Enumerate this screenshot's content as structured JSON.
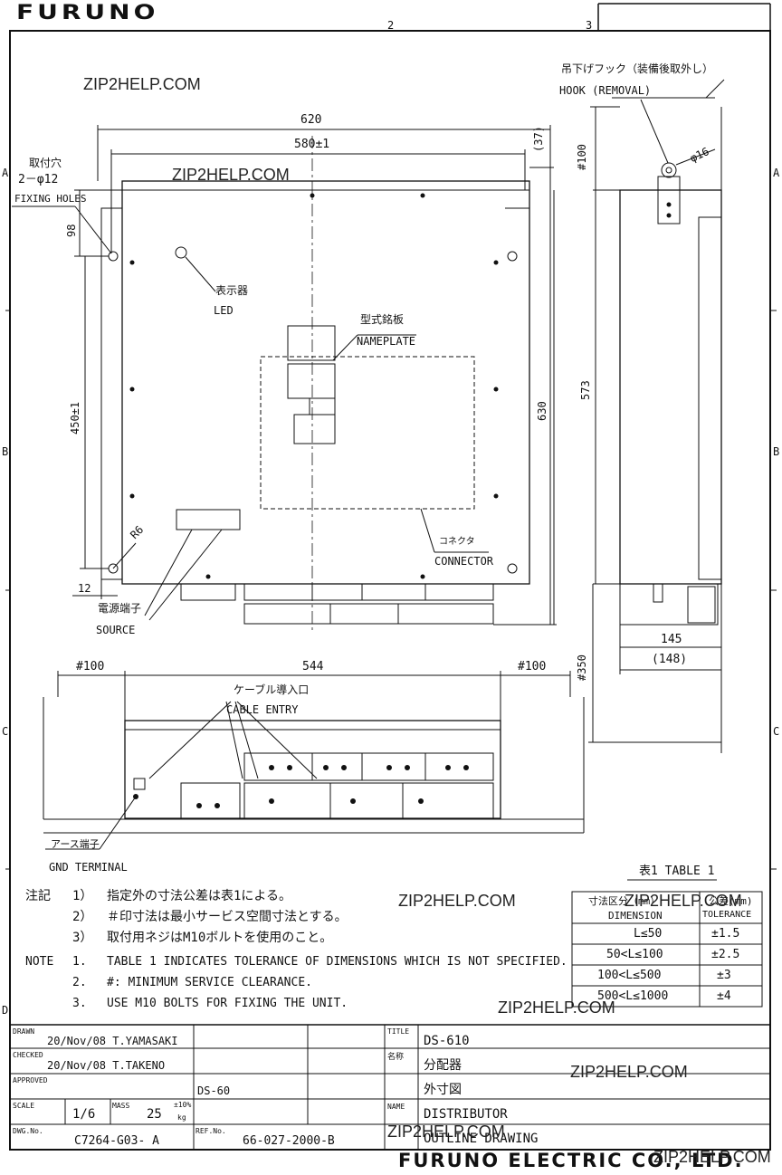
{
  "header": {
    "logo": "FURUNO",
    "zone_numbers": [
      "2",
      "3"
    ],
    "row_letters": [
      "A",
      "B",
      "C",
      "D"
    ]
  },
  "front_view": {
    "dim_620": "620",
    "dim_580": "580±1",
    "dim_37": "(37)",
    "dim_98": "98",
    "dim_450": "450±1",
    "dim_630": "630",
    "dim_12": "12",
    "dim_r6": "R6",
    "fixing_holes_jp": "取付穴",
    "fixing_holes_spec": "2－φ12",
    "fixing_holes_en": "FIXING HOLES",
    "led_jp": "表示器",
    "led_en": "LED",
    "nameplate_jp": "型式銘板",
    "nameplate_en": "NAMEPLATE",
    "connector_jp": "コネクタ",
    "connector_en": "CONNECTOR",
    "source_jp": "電源端子",
    "source_en": "SOURCE"
  },
  "side_view": {
    "hook_jp": "吊下げフック（装備後取外し）",
    "hook_en": "HOOK (REMOVAL)",
    "dim_100": "#100",
    "dim_phi16": "φ16",
    "dim_573": "573",
    "dim_145": "145",
    "dim_148": "(148)",
    "dim_350": "#350"
  },
  "bottom_view": {
    "dim_100_left": "#100",
    "dim_544": "544",
    "dim_100_right": "#100",
    "cable_entry_jp": "ケーブル導入口",
    "cable_entry_en": "CABLE ENTRY",
    "gnd_jp": "アース端子",
    "gnd_en": "GND TERMINAL"
  },
  "notes": {
    "jp_label": "注記",
    "jp_lines": [
      {
        "num": "1）",
        "text": "指定外の寸法公差は表1による。"
      },
      {
        "num": "2）",
        "text": "＃印寸法は最小サービス空間寸法とする。"
      },
      {
        "num": "3）",
        "text": "取付用ネジはM10ボルトを使用のこと。"
      }
    ],
    "en_label": "NOTE",
    "en_lines": [
      {
        "num": "1.",
        "text": "TABLE 1 INDICATES TOLERANCE OF DIMENSIONS WHICH IS NOT SPECIFIED."
      },
      {
        "num": "2.",
        "text": "#: MINIMUM SERVICE CLEARANCE."
      },
      {
        "num": "3.",
        "text": "USE M10 BOLTS FOR FIXING THE UNIT."
      }
    ]
  },
  "table1": {
    "caption": "表1  TABLE 1",
    "header_dim_jp": "寸法区分（mm）",
    "header_dim_en": "DIMENSION",
    "header_tol_jp": "公差(mm)",
    "header_tol_en": "TOLERANCE",
    "rows": [
      {
        "dim": "L≤50",
        "tol": "±1.5"
      },
      {
        "dim": "50<L≤100",
        "tol": "±2.5"
      },
      {
        "dim": "100<L≤500",
        "tol": "±3"
      },
      {
        "dim": "500<L≤1000",
        "tol": "±4"
      }
    ]
  },
  "title_block": {
    "drawn_label": "DRAWN",
    "drawn_value": "20/Nov/08 T.YAMASAKI",
    "checked_label": "CHECKED",
    "checked_value": "20/Nov/08 T.TAKENO",
    "approved_label": "APPROVED",
    "approved_value": "DS-60",
    "scale_label": "SCALE",
    "scale_value": "1/6",
    "mass_label": "MASS",
    "mass_value": "25",
    "mass_tol": "±10%",
    "mass_unit": "kg",
    "dwg_label": "DWG.No.",
    "dwg_value": "C7264-G03- A",
    "ref_label": "REF.No.",
    "ref_value": "66-027-2000-B",
    "title_label": "TITLE",
    "title_value": "DS-610",
    "name_jp_label": "名称",
    "name_jp_value": "分配器",
    "name_jp_sub": "外寸図",
    "name_label": "NAME",
    "name_value": "DISTRIBUTOR",
    "name_sub": "OUTLINE DRAWING"
  },
  "footer": {
    "company": "FURUNO ELECTRIC CO., LTD."
  },
  "watermarks": [
    "ZIP2HELP.COM",
    "ZIP2HELP.COM",
    "ZIP2HELP.COM",
    "ZIP2HELP.COM",
    "ZIP2HELP.COM",
    "ZIP2HELP.COM",
    "ZIP2HELP.COM",
    "ZIP2HELP.COM"
  ]
}
